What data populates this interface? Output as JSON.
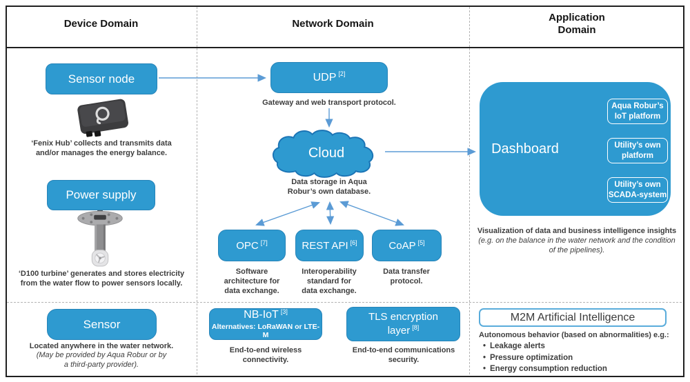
{
  "colors": {
    "box_blue": "#2E9AD0",
    "box_border": "#2583B8",
    "arrow_blue": "#5B9BD5",
    "cloud_stroke": "#1B74B5",
    "frame_border": "#1F1F1F",
    "text_dark": "#3D3D3D",
    "m2m_border": "#59ACDB"
  },
  "header": {
    "device": "Device Domain",
    "network": "Network Domain",
    "application": "Application\nDomain"
  },
  "device_domain": {
    "sensor_node": {
      "label": "Sensor node"
    },
    "fenix_caption": "‘Fenix Hub’ collects and transmits data\nand/or manages the energy balance.",
    "power_supply": {
      "label": "Power supply"
    },
    "turbine_caption": "‘D100 turbine’ generates and stores electricity\nfrom the water flow to power sensors locally.",
    "sensor": {
      "label": "Sensor"
    },
    "sensor_caption": "Located anywhere in the water network.",
    "sensor_caption_note": "(May be provided by Aqua Robur or by\na third-party provider)."
  },
  "network_domain": {
    "udp": {
      "label": "UDP",
      "sup": "[2]",
      "caption": "Gateway and web transport protocol."
    },
    "cloud": {
      "label": "Cloud",
      "caption": "Data storage in Aqua\nRobur’s own database."
    },
    "opc": {
      "label": "OPC",
      "sup": "[7]",
      "caption": "Software\narchitecture for\ndata exchange."
    },
    "rest_api": {
      "label": "REST API",
      "sup": "[6]",
      "caption": "Interoperability\nstandard for\ndata exchange."
    },
    "coap": {
      "label": "CoAP",
      "sup": "[5]",
      "caption": "Data transfer\nprotocol."
    },
    "nbiot": {
      "label": "NB-IoT",
      "sup": "[3]",
      "subtitle": "Alternatives: LoRaWAN or LTE-M",
      "caption": "End-to-end wireless\nconnectivity."
    },
    "tls": {
      "label_line1": "TLS  encryption",
      "label_line2": "layer",
      "sup": "[8]",
      "caption": "End-to-end communications\nsecurity."
    }
  },
  "application_domain": {
    "dashboard": {
      "label": "Dashboard"
    },
    "platforms": [
      "Aqua Robur’s\nIoT platform",
      "Utility’s own\nplatform",
      "Utility’s own\nSCADA-system"
    ],
    "viz_caption": "Visualization of data and business intelligence insights ",
    "viz_caption_italic": "(e.g. on the balance in the water network and the condition of the pipelines).",
    "m2m": {
      "title": "M2M Artificial Intelligence",
      "caption": "Autonomous behavior (based on abnormalities) e.g.:",
      "bullets": [
        "Leakage alerts",
        "Pressure optimization",
        "Energy consumption reduction"
      ]
    }
  },
  "icons": {
    "fenix_hub": "iot-hub-device-photo",
    "d100_turbine": "water-turbine-device-photo",
    "cloud": "cloud-shape"
  }
}
